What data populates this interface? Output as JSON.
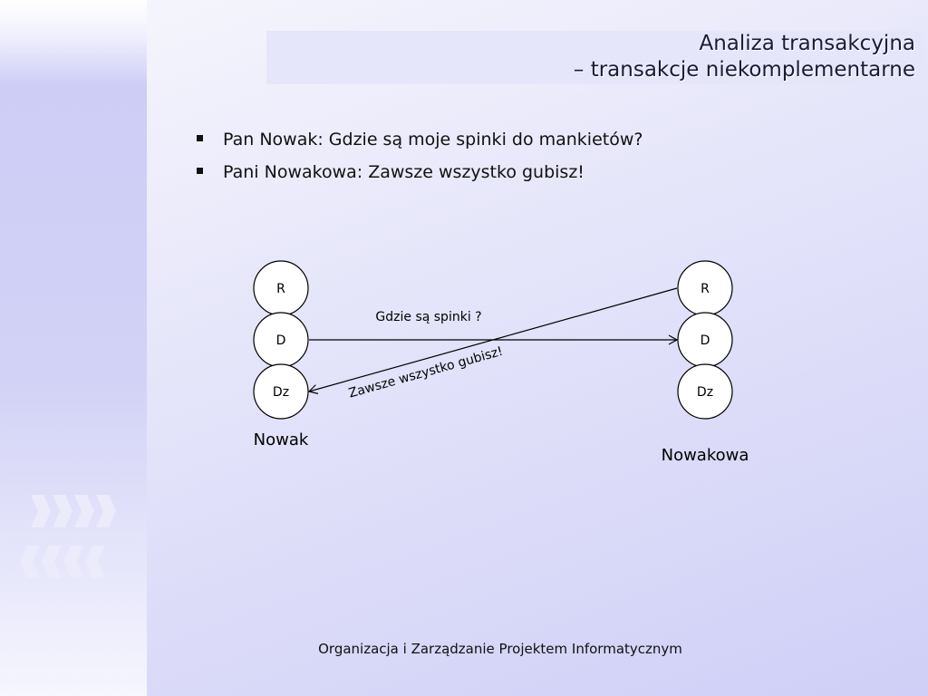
{
  "slide": {
    "title_line1": "Analiza transakcyjna",
    "title_line2": "– transakcje niekomplementarne",
    "bullets": [
      "Pan Nowak: Gdzie są moje spinki do mankietów?",
      "Pani Nowakowa: Zawsze wszystko gubisz!"
    ],
    "footer": "Organizacja i Zarządzanie Projektem Informatycznym"
  },
  "diagram": {
    "left_person": {
      "name": "Nowak",
      "states": [
        "R",
        "D",
        "Dz"
      ]
    },
    "right_person": {
      "name": "Nowakowa",
      "states": [
        "R",
        "D",
        "Dz"
      ]
    },
    "arrows": [
      {
        "from": "Nowak.D",
        "to": "Nowakowa.D",
        "label": "Gdzie są spinki ?"
      },
      {
        "from": "Nowakowa.R",
        "to": "Nowak.Dz",
        "label": "Zawsze wszystko gubisz!"
      }
    ]
  },
  "colors": {
    "background": "#e4e4fa",
    "left_band": "#cdcdf6",
    "title_box": "#e6e6fa",
    "chevron": "#ebebfc"
  }
}
